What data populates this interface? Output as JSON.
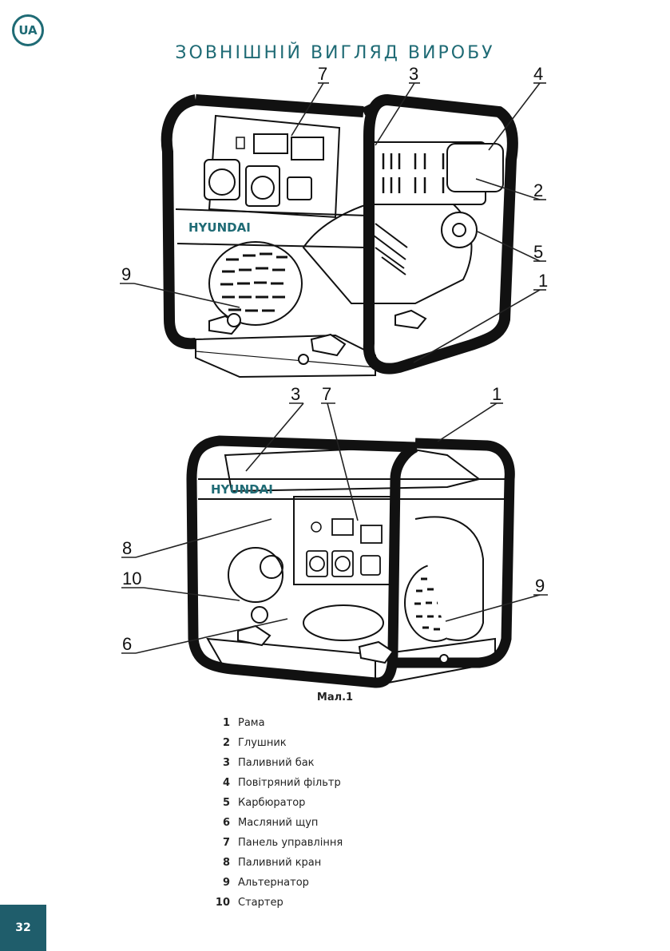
{
  "header": {
    "language_badge": "UA",
    "title": "ЗОВНІШНІЙ ВИГЛЯД ВИРОБУ"
  },
  "figure": {
    "top_view": {
      "brand_label": "HYUNDAI",
      "callouts": [
        "7",
        "3",
        "4",
        "2",
        "5",
        "9",
        "1"
      ]
    },
    "bottom_view": {
      "brand_label": "HYUNDAI",
      "callouts": [
        "3",
        "7",
        "1",
        "8",
        "10",
        "6",
        "9"
      ]
    },
    "caption": "Мал.1"
  },
  "legend": [
    {
      "num": "1",
      "label": "Рама"
    },
    {
      "num": "2",
      "label": "Глушник"
    },
    {
      "num": "3",
      "label": "Паливний бак"
    },
    {
      "num": "4",
      "label": "Повітряний фільтр"
    },
    {
      "num": "5",
      "label": "Карбюратор"
    },
    {
      "num": "6",
      "label": "Масляний щуп"
    },
    {
      "num": "7",
      "label": "Панель управління"
    },
    {
      "num": "8",
      "label": "Паливний кран"
    },
    {
      "num": "9",
      "label": "Альтернатор"
    },
    {
      "num": "10",
      "label": "Стартер"
    }
  ],
  "footer": {
    "page_number": "32"
  },
  "colors": {
    "accent": "#1f6b75",
    "page_box": "#1f5d6b"
  }
}
